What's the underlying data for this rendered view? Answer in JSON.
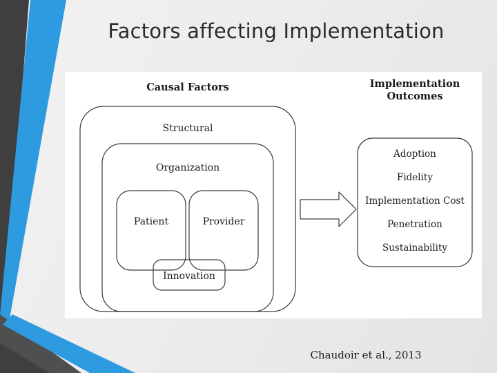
{
  "slide": {
    "title": "Factors affecting Implementation",
    "citation": "Chaudoir et al., 2013",
    "colors": {
      "accent_blue": "#2e9ae0",
      "accent_dark": "#4a4a4a",
      "background": "#ededed",
      "panel": "#ffffff",
      "line": "#3a3a3a",
      "text": "#1a1a1a"
    }
  },
  "figure": {
    "headings": {
      "left": "Causal Factors",
      "right_line1": "Implementation",
      "right_line2": "Outcomes"
    },
    "causal_factors": [
      {
        "label": "Structural"
      },
      {
        "label": "Organization"
      },
      {
        "label": "Patient"
      },
      {
        "label": "Provider"
      },
      {
        "label": "Innovation"
      }
    ],
    "implementation_outcomes": [
      {
        "label": "Adoption"
      },
      {
        "label": "Fidelity"
      },
      {
        "label": "Implementation Cost"
      },
      {
        "label": "Penetration"
      },
      {
        "label": "Sustainability"
      }
    ],
    "arrow": {
      "name": "right-arrow",
      "direction": "right"
    }
  }
}
